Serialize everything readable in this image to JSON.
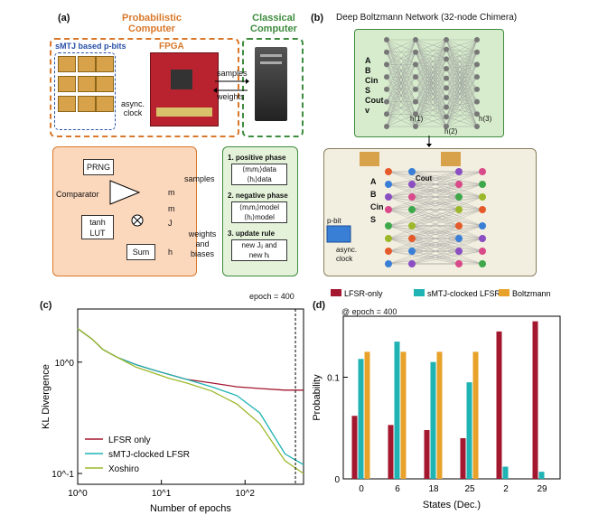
{
  "panel_a": {
    "letter": "(a)",
    "probabilistic_title": "Probabilistic Computer",
    "classical_title": "Classical Computer",
    "smtj_label": "sMTJ based p-bits",
    "fpga_label": "FPGA",
    "async_clock": "async. clock",
    "samples": "samples",
    "weights": "weights",
    "prng": "PRNG",
    "comparator": "Comparator",
    "tanh_lut": "tanh LUT",
    "sum": "Sum",
    "out_m": "m",
    "in_m": "m",
    "in_J": "J",
    "in_h": "h",
    "samples2": "samples",
    "weights_biases": "weights and biases",
    "phase1_title": "1. positive phase",
    "phase1_a": "⟨mᵢmⱼ⟩data",
    "phase1_b": "⟨hᵢ⟩data",
    "phase2_title": "2. negative phase",
    "phase2_a": "⟨mᵢmⱼ⟩model",
    "phase2_b": "⟨hᵢ⟩model",
    "phase3_title": "3. update rule",
    "phase3_a": "new Jᵢⱼ and",
    "phase3_b": "new hᵢ"
  },
  "panel_b": {
    "letter": "(b)",
    "title": "Deep Boltzmann Network (32-node Chimera)",
    "visible_labels": [
      "A",
      "B",
      "Cin",
      "S",
      "Cout",
      "v"
    ],
    "hidden_labels": [
      "h(1)",
      "h(2)",
      "h(3)"
    ],
    "lower_labels": [
      "A",
      "B",
      "Cin",
      "S"
    ],
    "cout": "Cout",
    "pbit": "p-bit",
    "async_clock": "async. clock"
  },
  "panel_c": {
    "letter": "(c)",
    "epoch_annotation": "epoch = 400",
    "chart_data": {
      "type": "line",
      "xlabel": "Number of epochs",
      "ylabel": "KL Divergence",
      "xscale": "log",
      "yscale": "log",
      "xlim": [
        1,
        500
      ],
      "ylim": [
        0.08,
        3
      ],
      "xticks": [
        "10^0",
        "10^1",
        "10^2"
      ],
      "yticks": [
        "10^-1",
        "10^0"
      ],
      "legend": [
        "LFSR only",
        "sMTJ-clocked LFSR",
        "Xoshiro"
      ],
      "legend_placement": "bottom-left",
      "series": [
        {
          "name": "LFSR only",
          "color": "#a3172f",
          "x": [
            1,
            1.5,
            2,
            3,
            5,
            8,
            12,
            20,
            40,
            80,
            150,
            300,
            500
          ],
          "y": [
            2.0,
            1.6,
            1.3,
            1.1,
            0.95,
            0.85,
            0.78,
            0.7,
            0.65,
            0.6,
            0.58,
            0.56,
            0.56
          ]
        },
        {
          "name": "sMTJ-clocked LFSR",
          "color": "#1fb3b3",
          "x": [
            1,
            1.5,
            2,
            3,
            5,
            8,
            12,
            20,
            40,
            80,
            150,
            300,
            500
          ],
          "y": [
            2.0,
            1.6,
            1.3,
            1.1,
            0.95,
            0.85,
            0.78,
            0.7,
            0.6,
            0.5,
            0.35,
            0.15,
            0.12
          ]
        },
        {
          "name": "Xoshiro",
          "color": "#9cb82a",
          "x": [
            1,
            1.5,
            2,
            3,
            5,
            8,
            12,
            20,
            40,
            80,
            150,
            300,
            500
          ],
          "y": [
            2.0,
            1.6,
            1.3,
            1.1,
            0.9,
            0.8,
            0.72,
            0.65,
            0.55,
            0.42,
            0.28,
            0.13,
            0.1
          ]
        }
      ]
    }
  },
  "panel_d": {
    "letter": "(d)",
    "annotation": "@ epoch = 400",
    "chart_data": {
      "type": "bar",
      "xlabel": "States (Dec.)",
      "ylabel": "Probability",
      "categories": [
        "0",
        "6",
        "18",
        "25",
        "2",
        "29"
      ],
      "yticks": [
        "0",
        "0.1"
      ],
      "yscale": "log",
      "legend_placement": "top",
      "series": [
        {
          "name": "LFSR-only",
          "color": "#a3172f",
          "values": [
            0.062,
            0.053,
            0.048,
            0.04,
            0.145,
            0.155
          ]
        },
        {
          "name": "sMTJ-clocked LFSR",
          "color": "#1fb3b3",
          "values": [
            0.118,
            0.135,
            0.115,
            0.095,
            0.012,
            0.007
          ]
        },
        {
          "name": "Boltzmann",
          "color": "#e8a22a",
          "values": [
            0.125,
            0.125,
            0.125,
            0.125,
            0.0,
            0.0
          ]
        }
      ]
    }
  }
}
